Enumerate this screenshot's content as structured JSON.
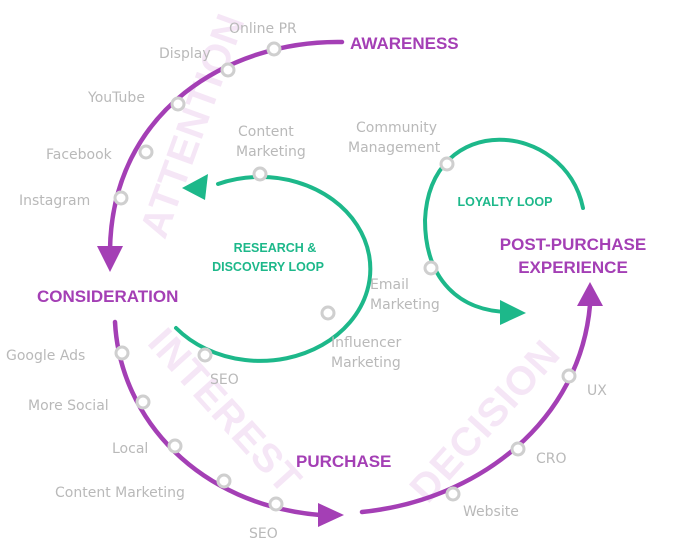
{
  "stages": {
    "awareness": "AWARENESS",
    "consideration": "CONSIDERATION",
    "purchase": "PURCHASE",
    "post_purchase_line1": "POST-PURCHASE",
    "post_purchase_line2": "EXPERIENCE"
  },
  "watermarks": {
    "attention": "ATTENTION",
    "interest": "INTEREST",
    "decision": "DECISION"
  },
  "loops": {
    "research_line1": "RESEARCH &",
    "research_line2": "DISCOVERY LOOP",
    "loyalty": "LOYALTY LOOP"
  },
  "channels": {
    "online_pr": "Online PR",
    "display": "Display",
    "youtube": "YouTube",
    "facebook": "Facebook",
    "instagram": "Instagram",
    "google_ads": "Google Ads",
    "more_social": "More Social",
    "local": "Local",
    "content_marketing_bottom": "Content Marketing",
    "seo_bottom": "SEO",
    "website": "Website",
    "cro": "CRO",
    "ux": "UX",
    "content_marketing_line1": "Content",
    "content_marketing_line2": "Marketing",
    "influencer_line1": "Influencer",
    "influencer_line2": "Marketing",
    "seo_inner": "SEO",
    "community_line1": "Community",
    "community_line2": "Management",
    "email_line1": "Email",
    "email_line2": "Marketing"
  },
  "colors": {
    "stage": "#a43fb5",
    "loop": "#1db88a",
    "channel": "#b9b9b9",
    "watermark": "#f5e6f6"
  }
}
